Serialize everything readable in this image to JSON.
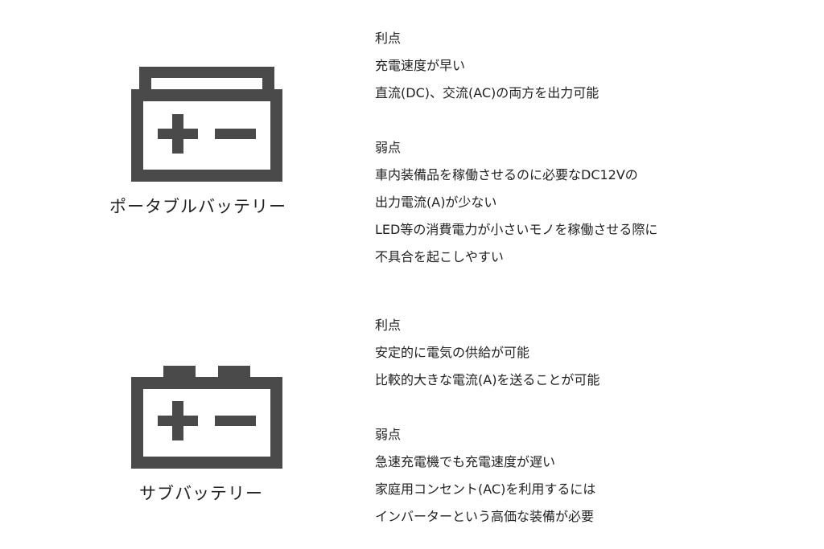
{
  "portable": {
    "label": "ポータブルバッテリー",
    "icon": "portable-battery-icon",
    "pros_heading": "利点",
    "pros": [
      "充電速度が早い",
      "直流(DC)、交流(AC)の両方を出力可能"
    ],
    "cons_heading": "弱点",
    "cons": [
      "車内装備品を稼働させるのに必要なDC12Vの",
      "出力電流(A)が少ない",
      "LED等の消費電力が小さいモノを稼働させる際に",
      "不具合を起こしやすい"
    ]
  },
  "sub": {
    "label": "サブバッテリー",
    "icon": "sub-battery-icon",
    "pros_heading": "利点",
    "pros": [
      "安定的に電気の供給が可能",
      "比較的大きな電流(A)を送ることが可能"
    ],
    "cons_heading": "弱点",
    "cons": [
      "急速充電機でも充電速度が遅い",
      "家庭用コンセント(AC)を利用するには",
      "インバーターという高価な装備が必要"
    ]
  },
  "colors": {
    "icon": "#4a4a4a",
    "text": "#222222",
    "background": "#ffffff"
  }
}
